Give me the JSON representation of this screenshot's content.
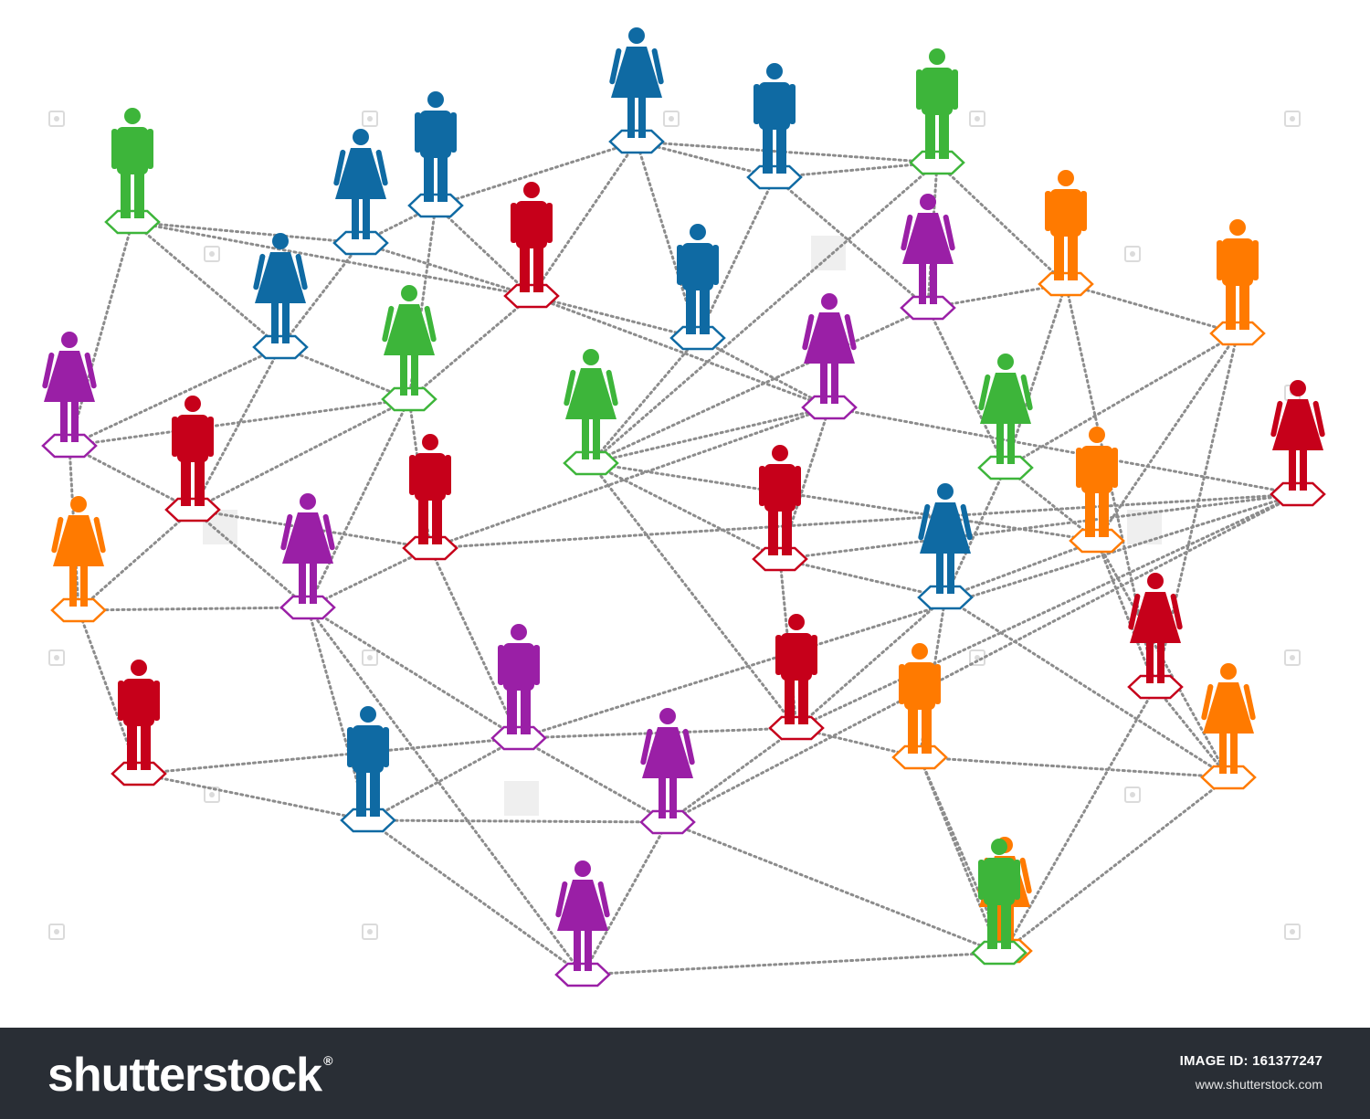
{
  "footer": {
    "brand": "shutterstock",
    "image_id_label": "IMAGE ID:",
    "image_id": "161377247",
    "url": "www.shutterstock.com"
  },
  "colors": {
    "green": "#3db53a",
    "blue": "#0f6aa3",
    "red": "#c6001a",
    "purple": "#9a1fa6",
    "orange": "#ff7a00",
    "link": "#8c8c8c",
    "footer_bg": "#292e35"
  },
  "network": {
    "people": [
      {
        "id": "p1",
        "color": "green",
        "gender": "male",
        "icon": "person-icon"
      },
      {
        "id": "p2",
        "color": "blue",
        "gender": "female",
        "icon": "person-icon"
      },
      {
        "id": "p3",
        "color": "blue",
        "gender": "male",
        "icon": "person-icon"
      },
      {
        "id": "p4",
        "color": "blue",
        "gender": "female",
        "icon": "person-icon"
      },
      {
        "id": "p5",
        "color": "blue",
        "gender": "male",
        "icon": "person-icon"
      },
      {
        "id": "p6",
        "color": "green",
        "gender": "male",
        "icon": "person-icon"
      },
      {
        "id": "p7",
        "color": "blue",
        "gender": "female",
        "icon": "person-icon"
      },
      {
        "id": "p8",
        "color": "red",
        "gender": "male",
        "icon": "person-icon"
      },
      {
        "id": "p9",
        "color": "blue",
        "gender": "male",
        "icon": "person-icon"
      },
      {
        "id": "p10",
        "color": "purple",
        "gender": "female",
        "icon": "person-icon"
      },
      {
        "id": "p11",
        "color": "orange",
        "gender": "male",
        "icon": "person-icon"
      },
      {
        "id": "p12",
        "color": "orange",
        "gender": "male",
        "icon": "person-icon"
      },
      {
        "id": "p13",
        "color": "purple",
        "gender": "female",
        "icon": "person-icon"
      },
      {
        "id": "p14",
        "color": "green",
        "gender": "female",
        "icon": "person-icon"
      },
      {
        "id": "p15",
        "color": "purple",
        "gender": "female",
        "icon": "person-icon"
      },
      {
        "id": "p16",
        "color": "green",
        "gender": "female",
        "icon": "person-icon"
      },
      {
        "id": "p17",
        "color": "green",
        "gender": "female",
        "icon": "person-icon"
      },
      {
        "id": "p18",
        "color": "red",
        "gender": "female",
        "icon": "person-icon"
      },
      {
        "id": "p19",
        "color": "red",
        "gender": "male",
        "icon": "person-icon"
      },
      {
        "id": "p20",
        "color": "red",
        "gender": "male",
        "icon": "person-icon"
      },
      {
        "id": "p21",
        "color": "red",
        "gender": "male",
        "icon": "person-icon"
      },
      {
        "id": "p22",
        "color": "orange",
        "gender": "male",
        "icon": "person-icon"
      },
      {
        "id": "p23",
        "color": "orange",
        "gender": "female",
        "icon": "person-icon"
      },
      {
        "id": "p24",
        "color": "purple",
        "gender": "female",
        "icon": "person-icon"
      },
      {
        "id": "p25",
        "color": "red",
        "gender": "female",
        "icon": "person-icon"
      },
      {
        "id": "p26",
        "color": "blue",
        "gender": "female",
        "icon": "person-icon"
      },
      {
        "id": "p27",
        "color": "orange",
        "gender": "female",
        "icon": "person-icon"
      },
      {
        "id": "p28",
        "color": "red",
        "gender": "male",
        "icon": "person-icon"
      },
      {
        "id": "p29",
        "color": "purple",
        "gender": "male",
        "icon": "person-icon"
      },
      {
        "id": "p30",
        "color": "red",
        "gender": "male",
        "icon": "person-icon"
      },
      {
        "id": "p31",
        "color": "orange",
        "gender": "male",
        "icon": "person-icon"
      },
      {
        "id": "p32",
        "color": "orange",
        "gender": "female",
        "icon": "person-icon"
      },
      {
        "id": "p33",
        "color": "blue",
        "gender": "male",
        "icon": "person-icon"
      },
      {
        "id": "p34",
        "color": "purple",
        "gender": "female",
        "icon": "person-icon"
      },
      {
        "id": "p35",
        "color": "purple",
        "gender": "female",
        "icon": "person-icon"
      },
      {
        "id": "p36",
        "color": "green",
        "gender": "male",
        "icon": "person-icon"
      }
    ],
    "links": [
      [
        "p1",
        "p2"
      ],
      [
        "p1",
        "p7"
      ],
      [
        "p1",
        "p10"
      ],
      [
        "p1",
        "p8"
      ],
      [
        "p2",
        "p3"
      ],
      [
        "p2",
        "p7"
      ],
      [
        "p2",
        "p8"
      ],
      [
        "p3",
        "p4"
      ],
      [
        "p3",
        "p16"
      ],
      [
        "p3",
        "p8"
      ],
      [
        "p4",
        "p5"
      ],
      [
        "p4",
        "p6"
      ],
      [
        "p4",
        "p8"
      ],
      [
        "p4",
        "p9"
      ],
      [
        "p5",
        "p6"
      ],
      [
        "p5",
        "p9"
      ],
      [
        "p5",
        "p13"
      ],
      [
        "p6",
        "p11"
      ],
      [
        "p6",
        "p13"
      ],
      [
        "p6",
        "p17"
      ],
      [
        "p7",
        "p10"
      ],
      [
        "p7",
        "p16"
      ],
      [
        "p7",
        "p19"
      ],
      [
        "p8",
        "p9"
      ],
      [
        "p8",
        "p16"
      ],
      [
        "p8",
        "p15"
      ],
      [
        "p9",
        "p17"
      ],
      [
        "p9",
        "p15"
      ],
      [
        "p10",
        "p19"
      ],
      [
        "p10",
        "p23"
      ],
      [
        "p10",
        "p16"
      ],
      [
        "p11",
        "p12"
      ],
      [
        "p11",
        "p13"
      ],
      [
        "p11",
        "p14"
      ],
      [
        "p11",
        "p25"
      ],
      [
        "p12",
        "p25"
      ],
      [
        "p12",
        "p14"
      ],
      [
        "p12",
        "p22"
      ],
      [
        "p13",
        "p17"
      ],
      [
        "p13",
        "p14"
      ],
      [
        "p14",
        "p22"
      ],
      [
        "p14",
        "p26"
      ],
      [
        "p15",
        "p18"
      ],
      [
        "p15",
        "p20"
      ],
      [
        "p15",
        "p21"
      ],
      [
        "p15",
        "p17"
      ],
      [
        "p16",
        "p20"
      ],
      [
        "p16",
        "p24"
      ],
      [
        "p16",
        "p19"
      ],
      [
        "p17",
        "p21"
      ],
      [
        "p17",
        "p22"
      ],
      [
        "p17",
        "p30"
      ],
      [
        "p18",
        "p21"
      ],
      [
        "p18",
        "p20"
      ],
      [
        "p18",
        "p29"
      ],
      [
        "p18",
        "p34"
      ],
      [
        "p18",
        "p30"
      ],
      [
        "p19",
        "p23"
      ],
      [
        "p19",
        "p24"
      ],
      [
        "p19",
        "p20"
      ],
      [
        "p20",
        "p24"
      ],
      [
        "p20",
        "p29"
      ],
      [
        "p21",
        "p26"
      ],
      [
        "p21",
        "p30"
      ],
      [
        "p22",
        "p25"
      ],
      [
        "p22",
        "p26"
      ],
      [
        "p22",
        "p27"
      ],
      [
        "p23",
        "p28"
      ],
      [
        "p23",
        "p24"
      ],
      [
        "p24",
        "p33"
      ],
      [
        "p24",
        "p29"
      ],
      [
        "p24",
        "p35"
      ],
      [
        "p25",
        "p32"
      ],
      [
        "p25",
        "p27"
      ],
      [
        "p26",
        "p27"
      ],
      [
        "p26",
        "p31"
      ],
      [
        "p26",
        "p30"
      ],
      [
        "p27",
        "p31"
      ],
      [
        "p27",
        "p32"
      ],
      [
        "p28",
        "p33"
      ],
      [
        "p28",
        "p29"
      ],
      [
        "p29",
        "p34"
      ],
      [
        "p29",
        "p30"
      ],
      [
        "p29",
        "p33"
      ],
      [
        "p30",
        "p34"
      ],
      [
        "p30",
        "p31"
      ],
      [
        "p31",
        "p32"
      ],
      [
        "p31",
        "p36"
      ],
      [
        "p32",
        "p36"
      ],
      [
        "p33",
        "p34"
      ],
      [
        "p33",
        "p35"
      ],
      [
        "p34",
        "p35"
      ],
      [
        "p34",
        "p36"
      ],
      [
        "p35",
        "p36"
      ]
    ]
  }
}
